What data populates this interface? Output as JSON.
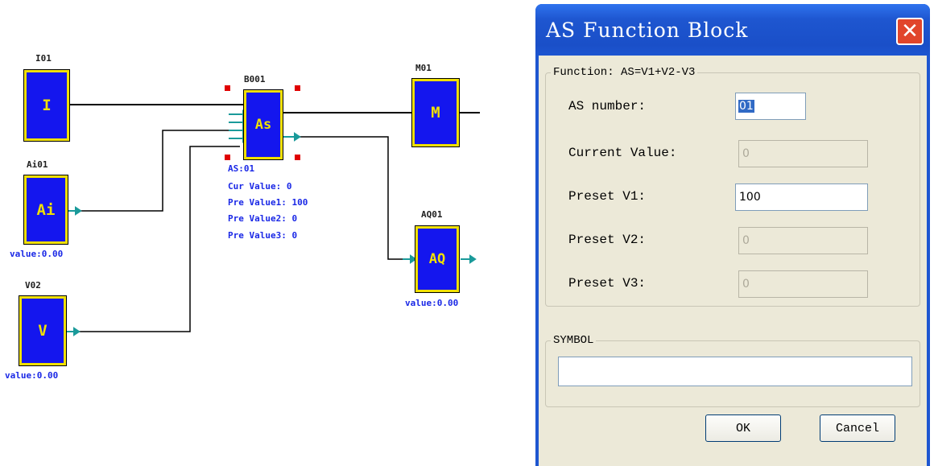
{
  "diagram": {
    "blocks": {
      "i01": {
        "title": "I01",
        "symbol": "I"
      },
      "ai01": {
        "title": "Ai01",
        "symbol": "Ai",
        "value": "value:0.00"
      },
      "v02": {
        "title": "V02",
        "symbol": "V",
        "value": "value:0.00"
      },
      "b001": {
        "title": "B001",
        "symbol": "As",
        "info": [
          "AS:01",
          "Cur Value: 0",
          "Pre Value1: 100",
          "Pre Value2: 0",
          "Pre Value3: 0"
        ]
      },
      "m01": {
        "title": "M01",
        "symbol": "M"
      },
      "aq01": {
        "title": "AQ01",
        "symbol": "AQ",
        "value": "value:0.00"
      }
    },
    "colors": {
      "block_fill": "#1416ee",
      "block_border": "#f0e000",
      "connector": "#1a9a9a",
      "label_blue": "#1a28e6"
    }
  },
  "dialog": {
    "title": "AS Function Block",
    "close_icon": "close-x",
    "function_group_label": "Function:  AS=V1+V2-V3",
    "fields": {
      "as_number": {
        "label": "AS number:",
        "value": "01"
      },
      "current_value": {
        "label": "Current Value:",
        "value": "0"
      },
      "preset_v1": {
        "label": "Preset V1:",
        "value": "100"
      },
      "preset_v2": {
        "label": "Preset V2:",
        "value": "0"
      },
      "preset_v3": {
        "label": "Preset V3:",
        "value": "0"
      }
    },
    "symbol_group_label": "SYMBOL",
    "symbol_value": "",
    "ok_label": "OK",
    "cancel_label": "Cancel"
  }
}
